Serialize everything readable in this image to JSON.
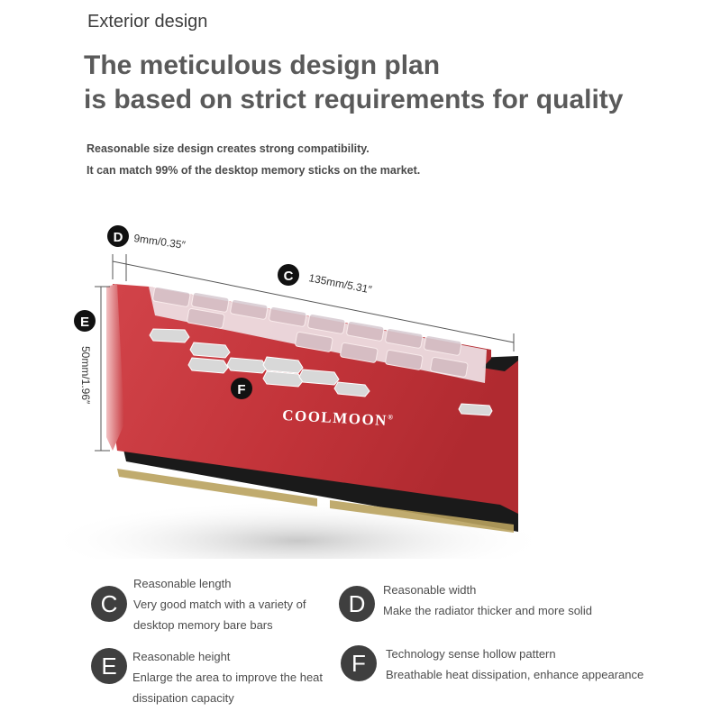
{
  "eyebrow": "Exterior design",
  "headline": {
    "line1": "The meticulous design plan",
    "line2": "is based on strict requirements for quality"
  },
  "subtitle": {
    "line1": "Reasonable size design creates strong compatibility.",
    "line2": "It can match 99% of the desktop memory sticks on the market."
  },
  "product": {
    "brand": "COOLMOON",
    "brand_mark": "®",
    "body_color": "#c8363b",
    "dimensions": {
      "depth": {
        "letter": "D",
        "label": "9mm/0.35″"
      },
      "length": {
        "letter": "C",
        "label": "135mm/5.31″"
      },
      "height": {
        "letter": "E",
        "label": "50mm/1.96″"
      },
      "pattern": {
        "letter": "F"
      }
    }
  },
  "features": [
    {
      "letter": "C",
      "title": "Reasonable length",
      "desc1": "Very good match with a variety of",
      "desc2": "desktop memory bare bars"
    },
    {
      "letter": "D",
      "title": "Reasonable width",
      "desc1": "Make the radiator thicker and more solid",
      "desc2": ""
    },
    {
      "letter": "E",
      "title": "Reasonable height",
      "desc1": "Enlarge the area to improve the heat",
      "desc2": "dissipation capacity"
    },
    {
      "letter": "F",
      "title": "Technology sense hollow pattern",
      "desc1": "Breathable heat dissipation, enhance appearance",
      "desc2": ""
    }
  ]
}
